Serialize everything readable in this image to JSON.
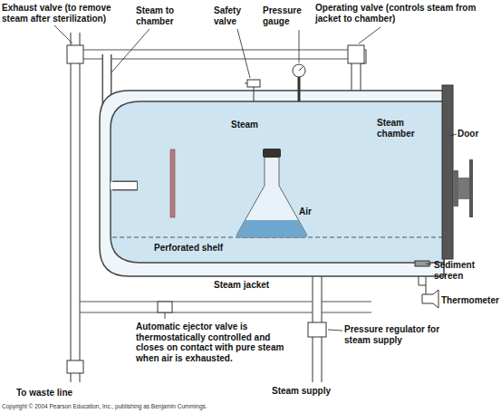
{
  "diagram": {
    "labels": [
      "Exhaust valve (to remove steam after sterilization)",
      "Steam to chamber",
      "Safety valve",
      "Pressure gauge",
      "Operating valve (controls steam from jacket to chamber)",
      "Steam",
      "Steam chamber",
      "Door",
      "Air",
      "Perforated shelf",
      "Sediment screen",
      "Steam jacket",
      "Thermometer",
      "Automatic ejector valve is thermostatically controlled and closes on contact with pure steam when air is exhausted.",
      "Pressure regulator for steam supply",
      "To waste line",
      "Steam supply",
      "Copyright © 2004 Pearson Education, Inc., publishing as Benjamin Cummings."
    ]
  }
}
